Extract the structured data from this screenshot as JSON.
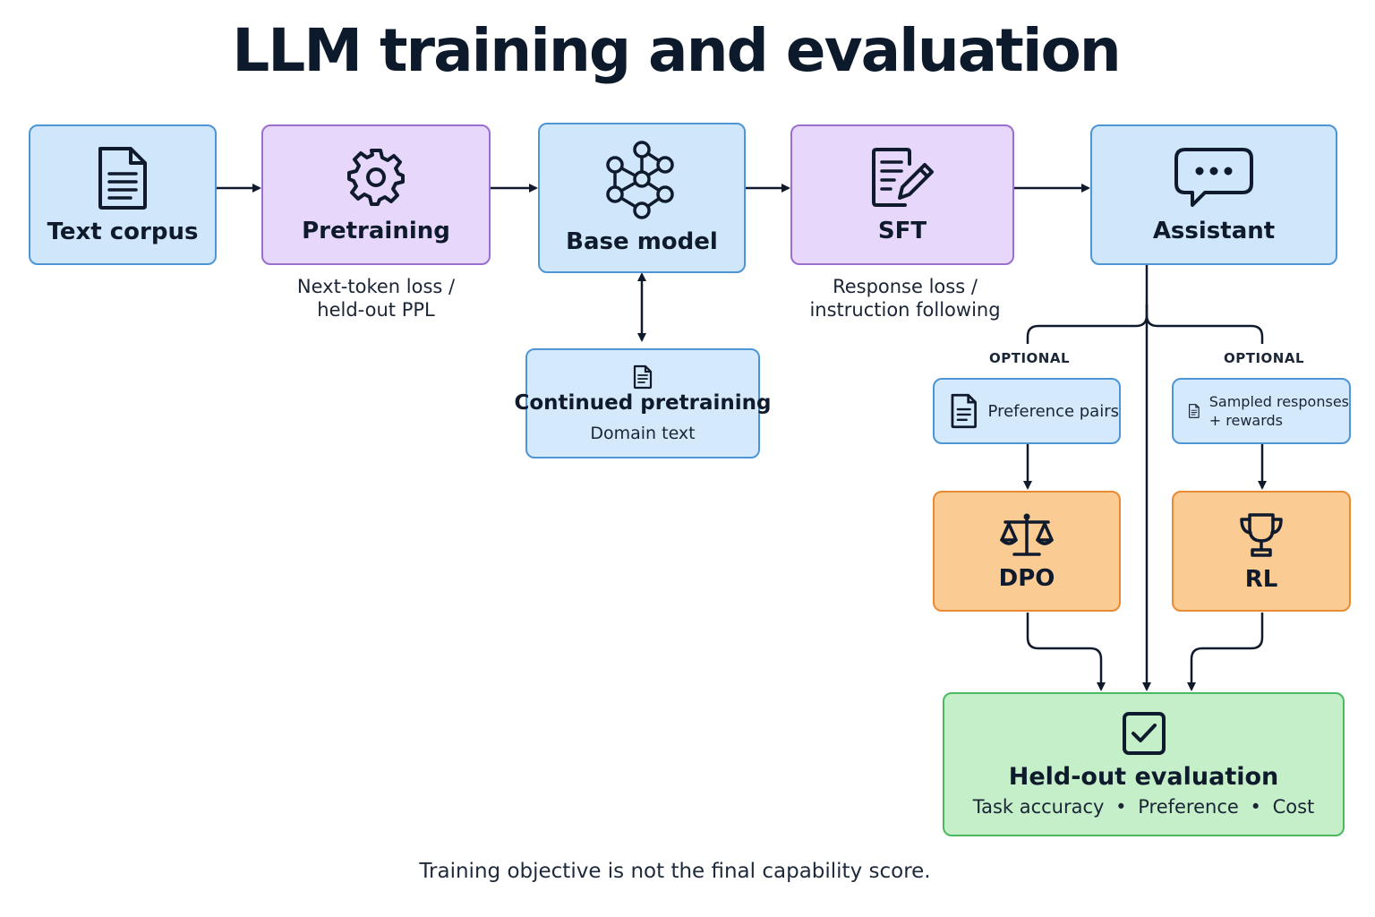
{
  "title": "LLM training and evaluation",
  "nodes": {
    "text_corpus": {
      "label": "Text corpus",
      "icon": "document-icon"
    },
    "pretraining": {
      "label": "Pretraining",
      "icon": "gear-icon",
      "caption_1": "Next-token loss /",
      "caption_2": "held-out PPL"
    },
    "base_model": {
      "label": "Base model",
      "icon": "network-icon"
    },
    "sft": {
      "label": "SFT",
      "icon": "edit-document-icon",
      "caption_1": "Response loss /",
      "caption_2": "instruction following"
    },
    "assistant": {
      "label": "Assistant",
      "icon": "chat-bubble-icon"
    },
    "continued_pretraining": {
      "label": "Continued pretraining",
      "sublabel": "Domain text",
      "icon": "document-icon"
    },
    "preference_pairs": {
      "label": "Preference pairs",
      "tag": "OPTIONAL",
      "icon": "document-icon"
    },
    "sampled_responses": {
      "label_1": "Sampled responses",
      "label_2": "+ rewards",
      "tag": "OPTIONAL",
      "icon": "document-icon"
    },
    "dpo": {
      "label": "DPO",
      "icon": "scales-icon"
    },
    "rl": {
      "label": "RL",
      "icon": "trophy-icon"
    },
    "evaluation": {
      "label": "Held-out evaluation",
      "metrics": [
        "Task accuracy",
        "Preference",
        "Cost"
      ],
      "separator": "•",
      "icon": "checkbox-icon"
    }
  },
  "footer": "Training objective is not the final capability score.",
  "colors": {
    "blue_fill": "#cfe6fb",
    "blue_border": "#4d96d6",
    "purple_fill": "#e6d7fb",
    "purple_border": "#9a6fd0",
    "orange_fill": "#fbcb94",
    "orange_border": "#ea8a33",
    "green_fill": "#c4efc8",
    "green_border": "#4cb862",
    "ink": "#0f1b2d"
  }
}
